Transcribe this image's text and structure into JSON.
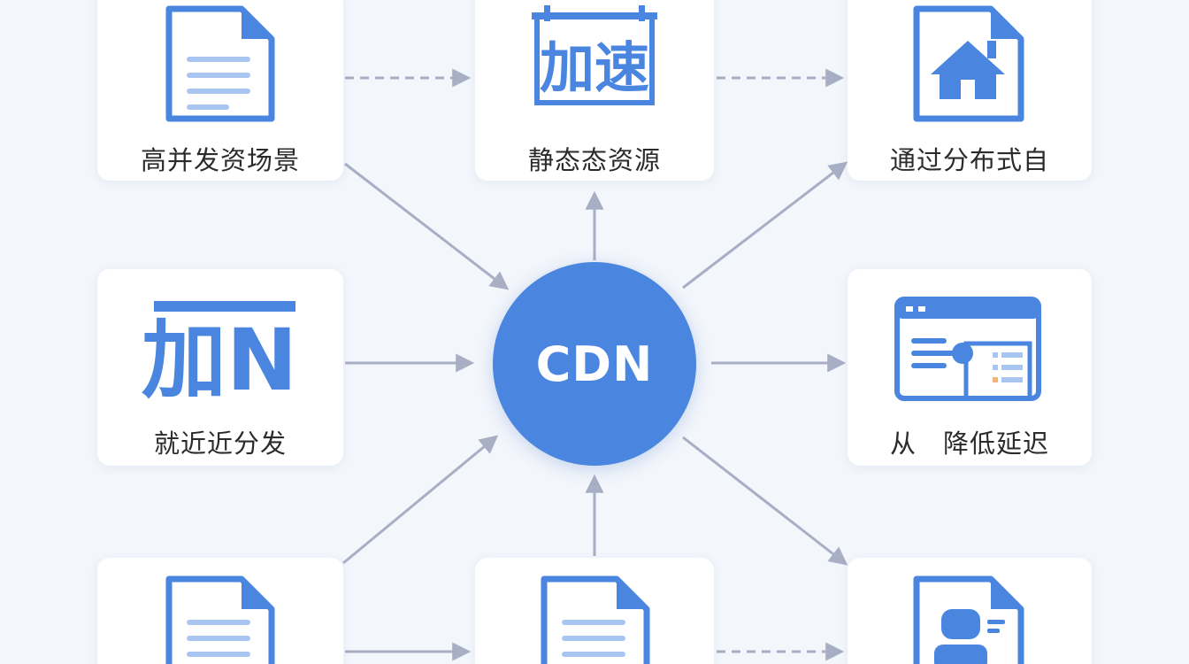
{
  "hub": {
    "label": "CDN"
  },
  "nodes": {
    "top_left": {
      "label": "高并发资场景",
      "icon": "document-icon"
    },
    "top_center": {
      "label": "静态态资源",
      "icon": "speed-glyph-icon",
      "glyph": "加速"
    },
    "top_right": {
      "label": "通过分布式自",
      "icon": "home-document-icon"
    },
    "mid_left": {
      "label": "就近近分发",
      "icon": "acceleration-glyph-icon",
      "glyph": "加N"
    },
    "mid_right": {
      "label": "从　降低延迟",
      "icon": "browser-window-icon"
    },
    "bottom_left": {
      "label": "",
      "icon": "document-icon"
    },
    "bottom_center": {
      "label": "",
      "icon": "document-icon"
    },
    "bottom_right": {
      "label": "",
      "icon": "user-profile-document-icon"
    }
  },
  "colors": {
    "accent": "#4a86e0",
    "accent_light": "#a9c6f0",
    "arrow": "#a8afc4",
    "card": "#ffffff",
    "background": "#f3f6fb"
  }
}
